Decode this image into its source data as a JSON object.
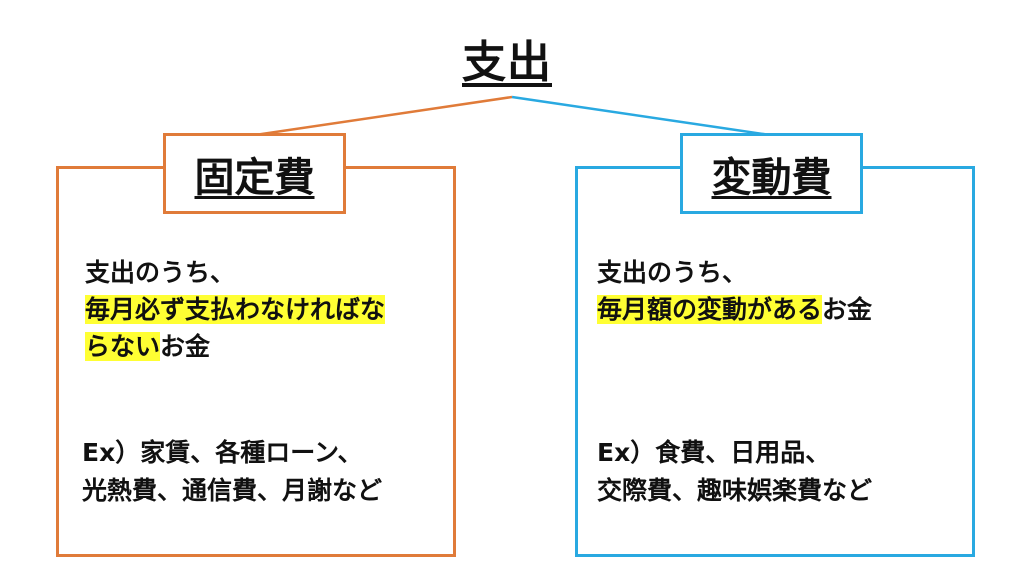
{
  "title": "支出",
  "colors": {
    "fixed_accent": "#e07b39",
    "variable_accent": "#29a9e1",
    "highlight": "#ffff33"
  },
  "fixed": {
    "label": "固定費",
    "desc_line1": "支出のうち、",
    "desc_line2_hl": "毎月必ず支払わなければな",
    "desc_line3_hl": "らない",
    "desc_line3_rest": "お金",
    "example_line1": "Ex）家賃、各種ローン、",
    "example_line2": "光熱費、通信費、月謝など"
  },
  "variable": {
    "label": "変動費",
    "desc_line1": "支出のうち、",
    "desc_line2_hl": "毎月額の変動がある",
    "desc_line2_rest": "お金",
    "example_line1": "Ex）食費、日用品、",
    "example_line2": "交際費、趣味娯楽費など"
  }
}
